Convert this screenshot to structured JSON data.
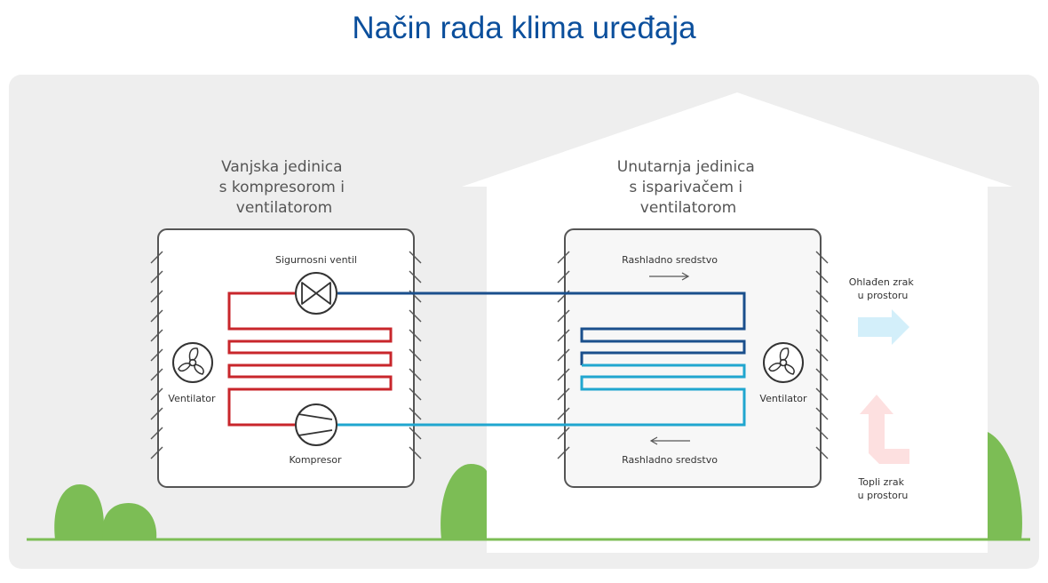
{
  "title": "Način rada klima uređaja",
  "outdoor_unit": {
    "title_lines": [
      "Vanjska jedinica",
      "s kompresorom i",
      "ventilatorom"
    ],
    "valve_label": "Sigurnosni ventil",
    "fan_label": "Ventilator",
    "compressor_label": "Kompresor"
  },
  "indoor_unit": {
    "title_lines": [
      "Unutarnja jedinica",
      "s isparivačem i",
      "ventilatorom"
    ],
    "refrigerant_top_label": "Rashladno sredstvo",
    "refrigerant_bottom_label": "Rashladno sredstvo",
    "fan_label": "Ventilator"
  },
  "airflow": {
    "cool_lines": [
      "Ohlađen zrak",
      "u prostoru"
    ],
    "warm_lines": [
      "Topli zrak",
      "u prostoru"
    ]
  },
  "colors": {
    "title_blue": "#0b4f9c",
    "hot_red": "#c8262b",
    "cold_dark_blue": "#1a4f8c",
    "cold_light_blue": "#20a6cf",
    "cool_arrow": "#d3effa",
    "warm_arrow": "#fde0e0",
    "tree_green": "#7cbd55"
  },
  "icons": [
    "fan-icon",
    "expansion-valve-icon",
    "compressor-icon",
    "arrow-right-icon",
    "arrow-left-icon"
  ]
}
